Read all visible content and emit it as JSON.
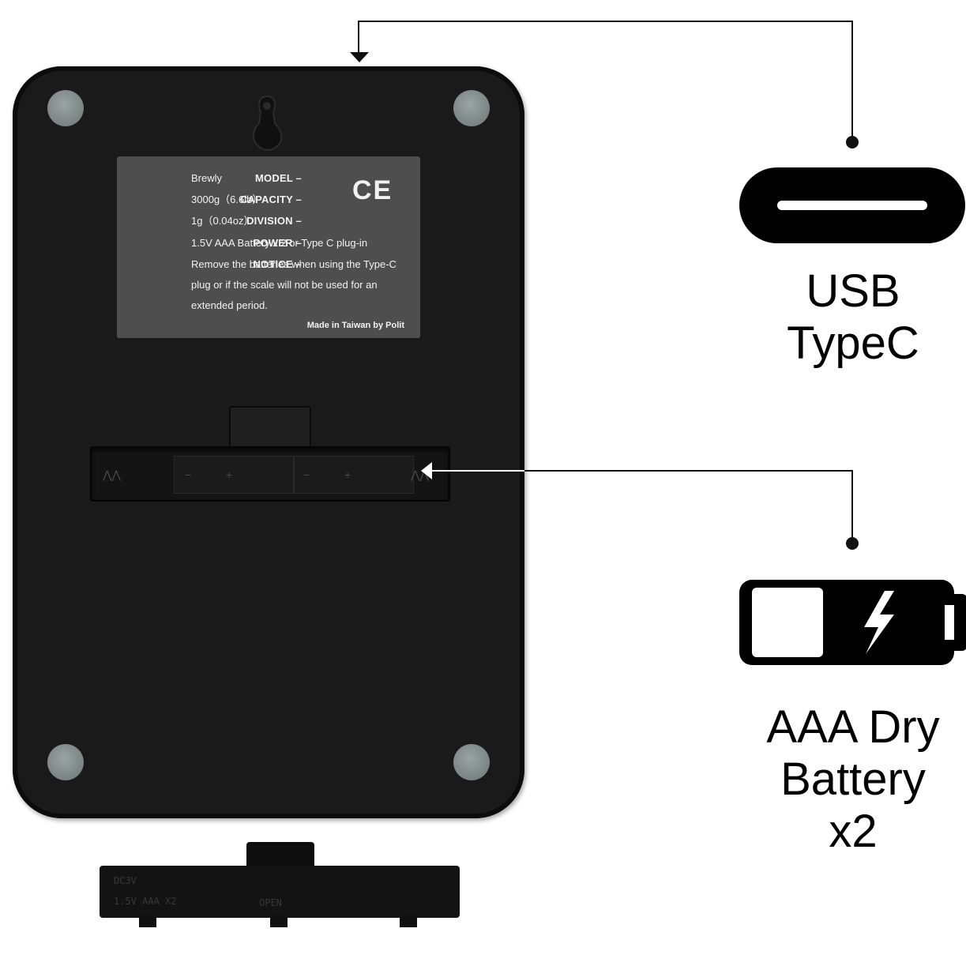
{
  "label": {
    "specs": [
      {
        "key": "MODEL",
        "value": "Brewly"
      },
      {
        "key": "CAPACITY",
        "value": "3000g（6.6lb）"
      },
      {
        "key": "DIVISION",
        "value": "1g（0.04oz）"
      },
      {
        "key": "POWER",
        "value": "1.5V AAA Battery x 2 or Type C plug-in"
      },
      {
        "key": "NOTICE",
        "value": "Remove the batteries when using the Type-C"
      }
    ],
    "notice_cont_1": "plug or if the scale will not be used for an",
    "notice_cont_2": "extended period.",
    "ce_mark": "CE",
    "made_in": "Made in Taiwan by Polit"
  },
  "cover": {
    "line1": "DC3V",
    "line2": "1.5V AAA X2",
    "open": "OPEN"
  },
  "callouts": {
    "usb": {
      "line1": "USB",
      "line2": "TypeC",
      "icon": "usb-c-port-icon"
    },
    "battery": {
      "line1": "AAA Dry",
      "line2": "Battery",
      "line3": "x2",
      "icon": "battery-charging-icon"
    }
  },
  "colors": {
    "body": "#1a1a1a",
    "label": "#4e4e4e",
    "feet": "#8a9493",
    "icons": "#000000"
  }
}
